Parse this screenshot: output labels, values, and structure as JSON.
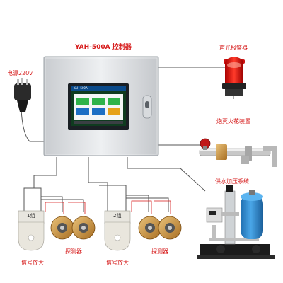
{
  "title": "YAH-500A 控制器",
  "labels": {
    "power": "电源220v",
    "alarm": "声光报警器",
    "extinguisher": "炮灭火花装置",
    "pump_system": "供水加压系统",
    "group1": "1组",
    "group2": "2组",
    "amplifier_left": "信号放大",
    "amplifier_right": "信号放大",
    "detector_left": "探测器",
    "detector_right": "探测器"
  },
  "screen": {
    "header": "YAH-500A"
  },
  "colors": {
    "label_red": "#d61a1a",
    "wire": "#555555",
    "alarm_red": "#e01010",
    "tank_blue": "#2f8fd6"
  }
}
